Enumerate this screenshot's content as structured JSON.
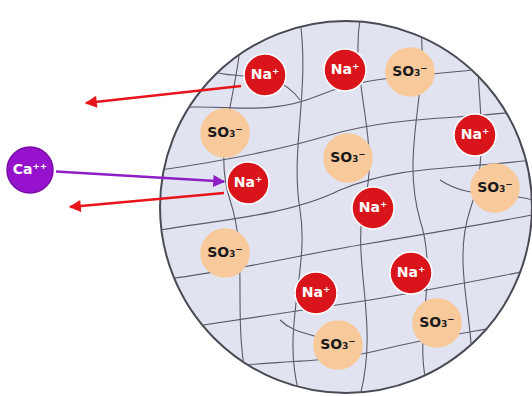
{
  "diagram": {
    "nodes": [
      {
        "text": [
          "Ca⁺⁺"
        ]
      },
      {
        "text": [
          "Na⁺"
        ]
      },
      {
        "text": [
          "Na⁺"
        ]
      },
      {
        "text": [
          "SO₃⁻"
        ]
      },
      {
        "text": [
          "SO₃⁻"
        ]
      },
      {
        "text": [
          "Na⁺"
        ]
      },
      {
        "text": [
          "SO₃⁻"
        ]
      },
      {
        "text": [
          "Na⁺"
        ]
      },
      {
        "text": [
          "SO₃⁻"
        ]
      },
      {
        "text": [
          "Na⁺"
        ]
      },
      {
        "text": [
          "SO₃⁻"
        ]
      },
      {
        "text": [
          "Na⁺"
        ]
      },
      {
        "text": [
          "Na⁺"
        ]
      },
      {
        "text": [
          "SO₃⁻"
        ]
      },
      {
        "text": [
          "SO₃⁻"
        ]
      }
    ],
    "edges": [
      {
        "from": 0,
        "to": 7,
        "arrow": "to"
      }
    ]
  }
}
